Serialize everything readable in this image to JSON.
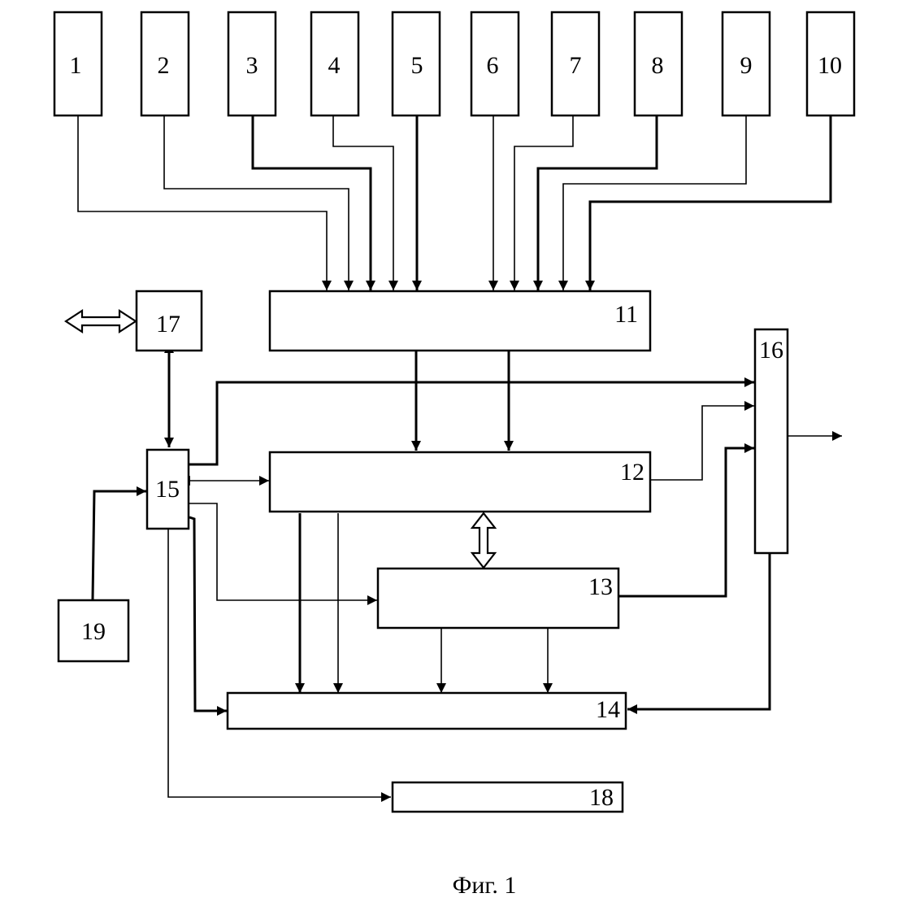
{
  "blocks": {
    "b1": "1",
    "b2": "2",
    "b3": "3",
    "b4": "4",
    "b5": "5",
    "b6": "6",
    "b7": "7",
    "b8": "8",
    "b9": "9",
    "b10": "10",
    "b11": "11",
    "b12": "12",
    "b13": "13",
    "b14": "14",
    "b15": "15",
    "b16": "16",
    "b17": "17",
    "b18": "18",
    "b19": "19"
  },
  "caption": "Фиг. 1"
}
